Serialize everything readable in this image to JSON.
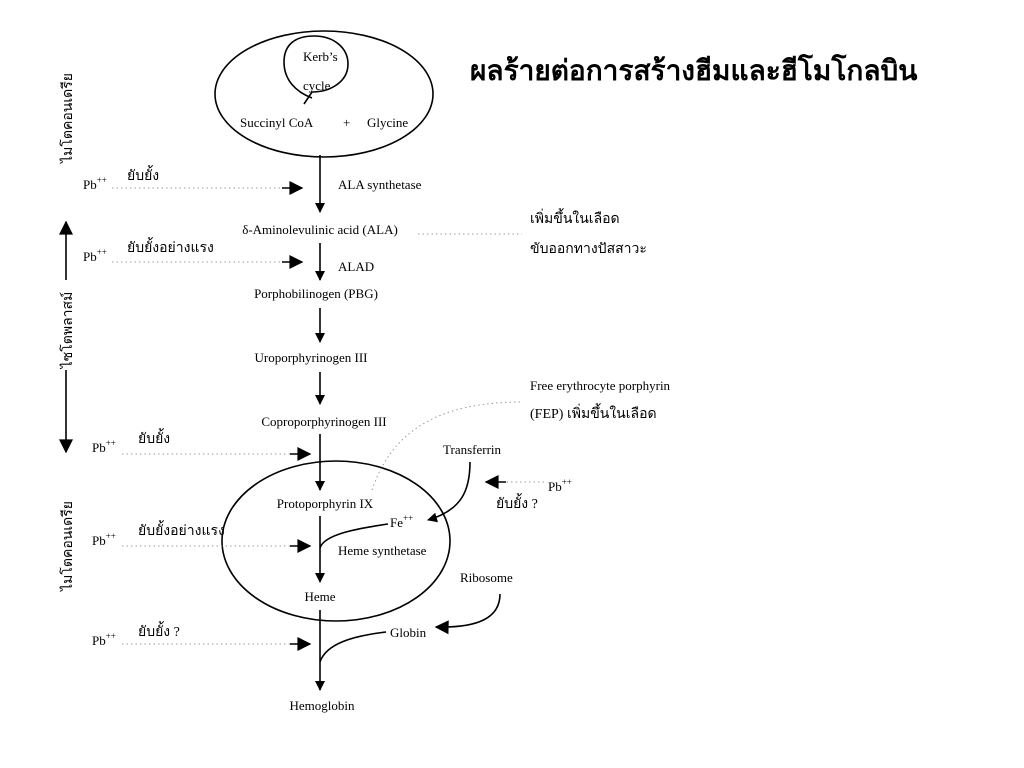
{
  "title": "ผลร้ายต่อการสร้างฮีมและฮีโมโกลบิน",
  "compartments": {
    "mito_top": "ไมโตคอนเดรีย",
    "cytoplasm": "ไซโตพลาสม์",
    "mito_bottom": "ไมโตคอนเดรีย"
  },
  "krebs": {
    "line1": "Kerb’s",
    "line2": "cycle"
  },
  "substrates": {
    "succinyl": "Succinyl CoA",
    "plus": "+",
    "glycine": "Glycine"
  },
  "enzymes": {
    "ala_synthetase": "ALA synthetase",
    "alad": "ALAD",
    "heme_synthetase": "Heme synthetase"
  },
  "intermediates": {
    "ala": "δ-Aminolevulinic acid (ALA)",
    "pbg": "Porphobilinogen (PBG)",
    "uro": "Uroporphyrinogen III",
    "copro": "Coproporphyrinogen III",
    "proto": "Protoporphyrin IX",
    "heme": "Heme",
    "hemoglobin": "Hemoglobin"
  },
  "iron": {
    "base": "Fe",
    "charge": "++",
    "transferrin": "Transferrin"
  },
  "globin": {
    "ribosome": "Ribosome",
    "globin": "Globin"
  },
  "lead": {
    "symbol": "Pb",
    "charge": "++"
  },
  "inhibitions": {
    "ala_synthetase": "ยับยั้ง",
    "alad": "ยับยั้งอย่างแรง",
    "copro": "ยับยั้ง",
    "heme_synthetase": "ยับยั้งอย่างแรง",
    "globin": "ยับยั้ง ?",
    "iron": "ยับยั้ง ?"
  },
  "notes": {
    "ala_line1": "เพิ่มขึ้นในเลือด",
    "ala_line2": "ขับออกทางปัสสาวะ",
    "fep_line1": "Free erythrocyte porphyrin",
    "fep_line2": "(FEP) เพิ่มขึ้นในเลือด"
  }
}
